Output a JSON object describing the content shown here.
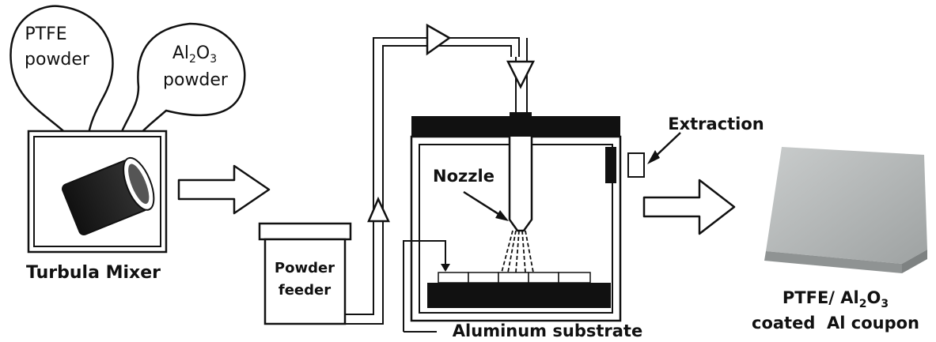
{
  "bubbles": {
    "ptfe": {
      "line1": "PTFE",
      "line2": "powder"
    },
    "alumina": {
      "prefix": "Al",
      "sub1": "2",
      "mid": "O",
      "sub2": "3",
      "line2": "powder"
    }
  },
  "mixer": {
    "label": "Turbula Mixer"
  },
  "feeder": {
    "line1": "Powder",
    "line2": "feeder"
  },
  "chamber": {
    "nozzle_label": "Nozzle",
    "extraction_label": "Extraction",
    "substrate_label": "Aluminum substrate"
  },
  "product": {
    "line1_prefix": "PTFE/ Al",
    "line1_sub1": "2",
    "line1_mid": "O",
    "line1_sub2": "3",
    "line2": "coated  Al coupon"
  }
}
